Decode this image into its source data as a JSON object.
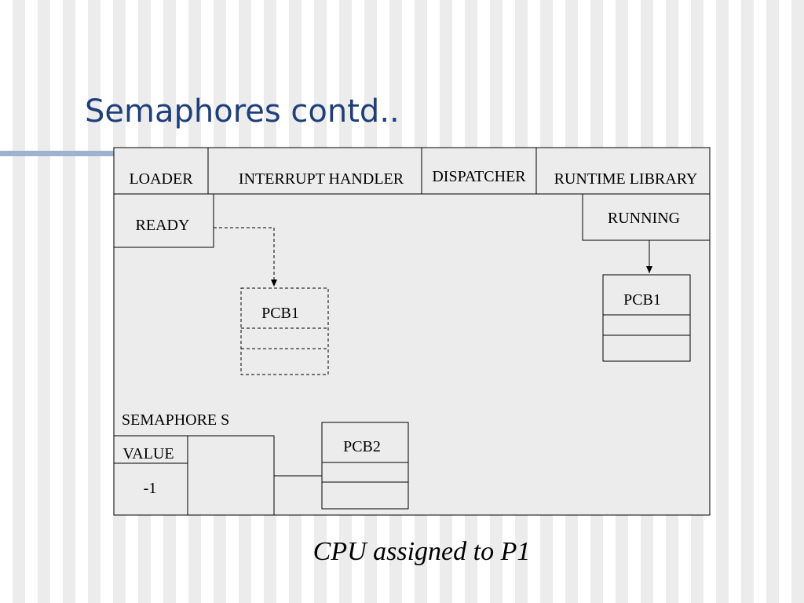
{
  "slide": {
    "title": "Semaphores contd..",
    "caption": "CPU assigned to P1"
  },
  "diagram": {
    "modules": {
      "loader": "LOADER",
      "interrupt_handler": "INTERRUPT HANDLER",
      "dispatcher": "DISPATCHER",
      "runtime_library": "RUNTIME LIBRARY"
    },
    "queues": {
      "ready": "READY",
      "running": "RUNNING"
    },
    "pcbs": {
      "ready_pcb": "PCB1",
      "running_pcb": "PCB1",
      "waiting_pcb": "PCB2"
    },
    "semaphore": {
      "label": "SEMAPHORE S",
      "value_label": "VALUE",
      "value": "-1"
    }
  },
  "colors": {
    "title": "#1f3f7a",
    "title_rule": "#9db3cf",
    "box_fill": "#ececec",
    "stroke": "#000000"
  }
}
